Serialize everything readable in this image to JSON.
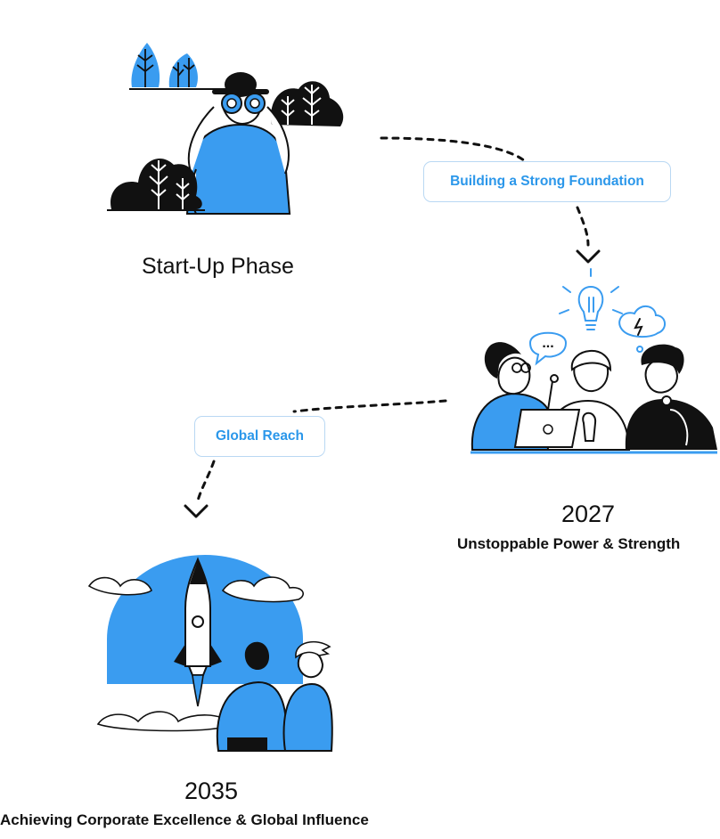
{
  "stages": [
    {
      "id": "startup",
      "title": "Start-Up Phase"
    },
    {
      "id": "y2027",
      "year": "2027",
      "subtitle": "Unstoppable Power & Strength"
    },
    {
      "id": "y2035",
      "year": "2035",
      "subtitle": "Achieving Corporate Excellence & Global Influence"
    }
  ],
  "connectors": [
    {
      "label": "Building a Strong Foundation"
    },
    {
      "label": "Global Reach"
    }
  ],
  "colors": {
    "accent": "#3a9cf0",
    "ink": "#111111",
    "pill_border": "#b9d8f3",
    "pill_text": "#2b97ea"
  },
  "illustrations": [
    {
      "icon": "binoculars-explorer-icon"
    },
    {
      "icon": "team-brainstorm-icon"
    },
    {
      "icon": "rocket-launch-icon"
    }
  ],
  "speech_bubble_text": "..."
}
